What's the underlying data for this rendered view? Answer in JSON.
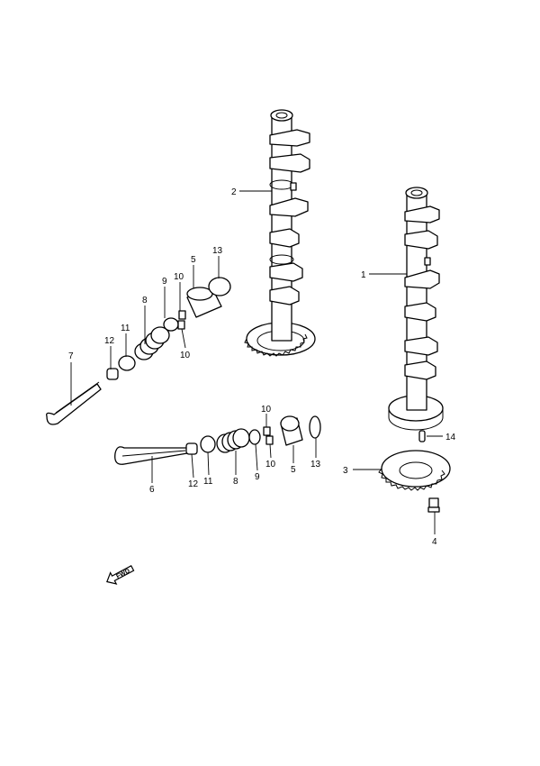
{
  "callouts": {
    "c1": "1",
    "c2": "2",
    "c3": "3",
    "c4": "4",
    "c5a": "5",
    "c5b": "5",
    "c6": "6",
    "c7": "7",
    "c8a": "8",
    "c8b": "8",
    "c9a": "9",
    "c9b": "9",
    "c10a": "10",
    "c10b": "10",
    "c10c": "10",
    "c10d": "10",
    "c11a": "11",
    "c11b": "11",
    "c12a": "12",
    "c12b": "12",
    "c13a": "13",
    "c13b": "13",
    "c14": "14"
  },
  "direction_marker": {
    "label": "FWD",
    "icon": "fwd-arrow-icon"
  }
}
